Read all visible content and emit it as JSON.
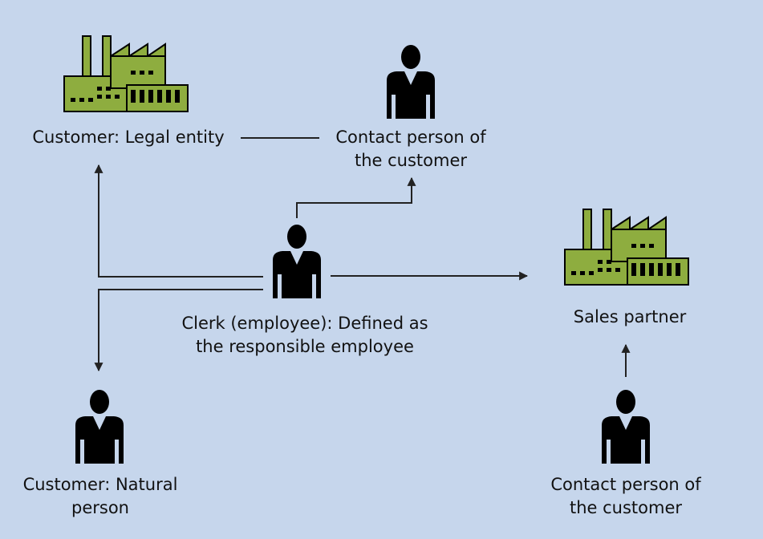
{
  "nodes": {
    "customer_legal": {
      "icon": "factory-icon",
      "lines": [
        "Customer: Legal entity"
      ]
    },
    "contact_top": {
      "icon": "person-icon",
      "lines": [
        "Contact person of",
        "the customer"
      ]
    },
    "clerk": {
      "icon": "person-icon",
      "lines": [
        "Clerk (employee): Defined as",
        "the responsible employee"
      ]
    },
    "sales_partner": {
      "icon": "factory-icon",
      "lines": [
        "Sales partner"
      ]
    },
    "customer_natural": {
      "icon": "person-icon",
      "lines": [
        "Customer: Natural",
        "person"
      ]
    },
    "contact_bottom": {
      "icon": "person-icon",
      "lines": [
        "Contact person of",
        "the customer"
      ]
    }
  },
  "colors": {
    "background": "#c6d6ec",
    "factory_fill": "#8ead3f",
    "outline": "#000000"
  }
}
